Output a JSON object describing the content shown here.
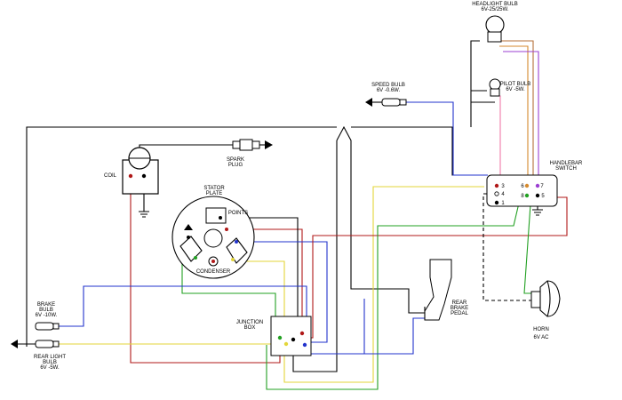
{
  "labels": {
    "headlight_bulb": [
      "HEADLIGHT BULB",
      "6V-25/25W."
    ],
    "pilot_bulb": [
      "PILOT BULB",
      "6V -5W."
    ],
    "speed_bulb": [
      "SPEED BULB",
      "6V -0.6W."
    ],
    "handlebar_switch": [
      "HANDLEBAR",
      "SWITCH"
    ],
    "spark_plug": [
      "SPARK",
      "PLUG"
    ],
    "coil": [
      "COIL"
    ],
    "stator_plate": [
      "STATOR",
      "PLATE"
    ],
    "points": [
      "POINTS"
    ],
    "condenser": [
      "CONDENSER"
    ],
    "brake_bulb": [
      "BRAKE",
      "BULB",
      "6V -10W."
    ],
    "rear_light_bulb": [
      "REAR LIGHT",
      "BULB",
      "6V -5W."
    ],
    "junction_box": [
      "JUNCTION",
      "BOX"
    ],
    "rear_brake_pedal": [
      "REAR",
      "BRAKE",
      "PEDAL"
    ],
    "horn": [
      "HORN",
      "6V AC"
    ]
  },
  "switch_terminals": {
    "t3": "3",
    "t4": "4",
    "t6": "6",
    "t7": "7",
    "t1": "1",
    "t8": "8",
    "t5": "5"
  },
  "wire_colors": {
    "black": "#000000",
    "red": "#b01818",
    "yellow": "#e3d63a",
    "green": "#22a022",
    "blue": "#2233cc",
    "brown": "#b5703a",
    "orange": "#d58a2e",
    "pink": "#f07aa8",
    "purple": "#9b3fd1"
  }
}
